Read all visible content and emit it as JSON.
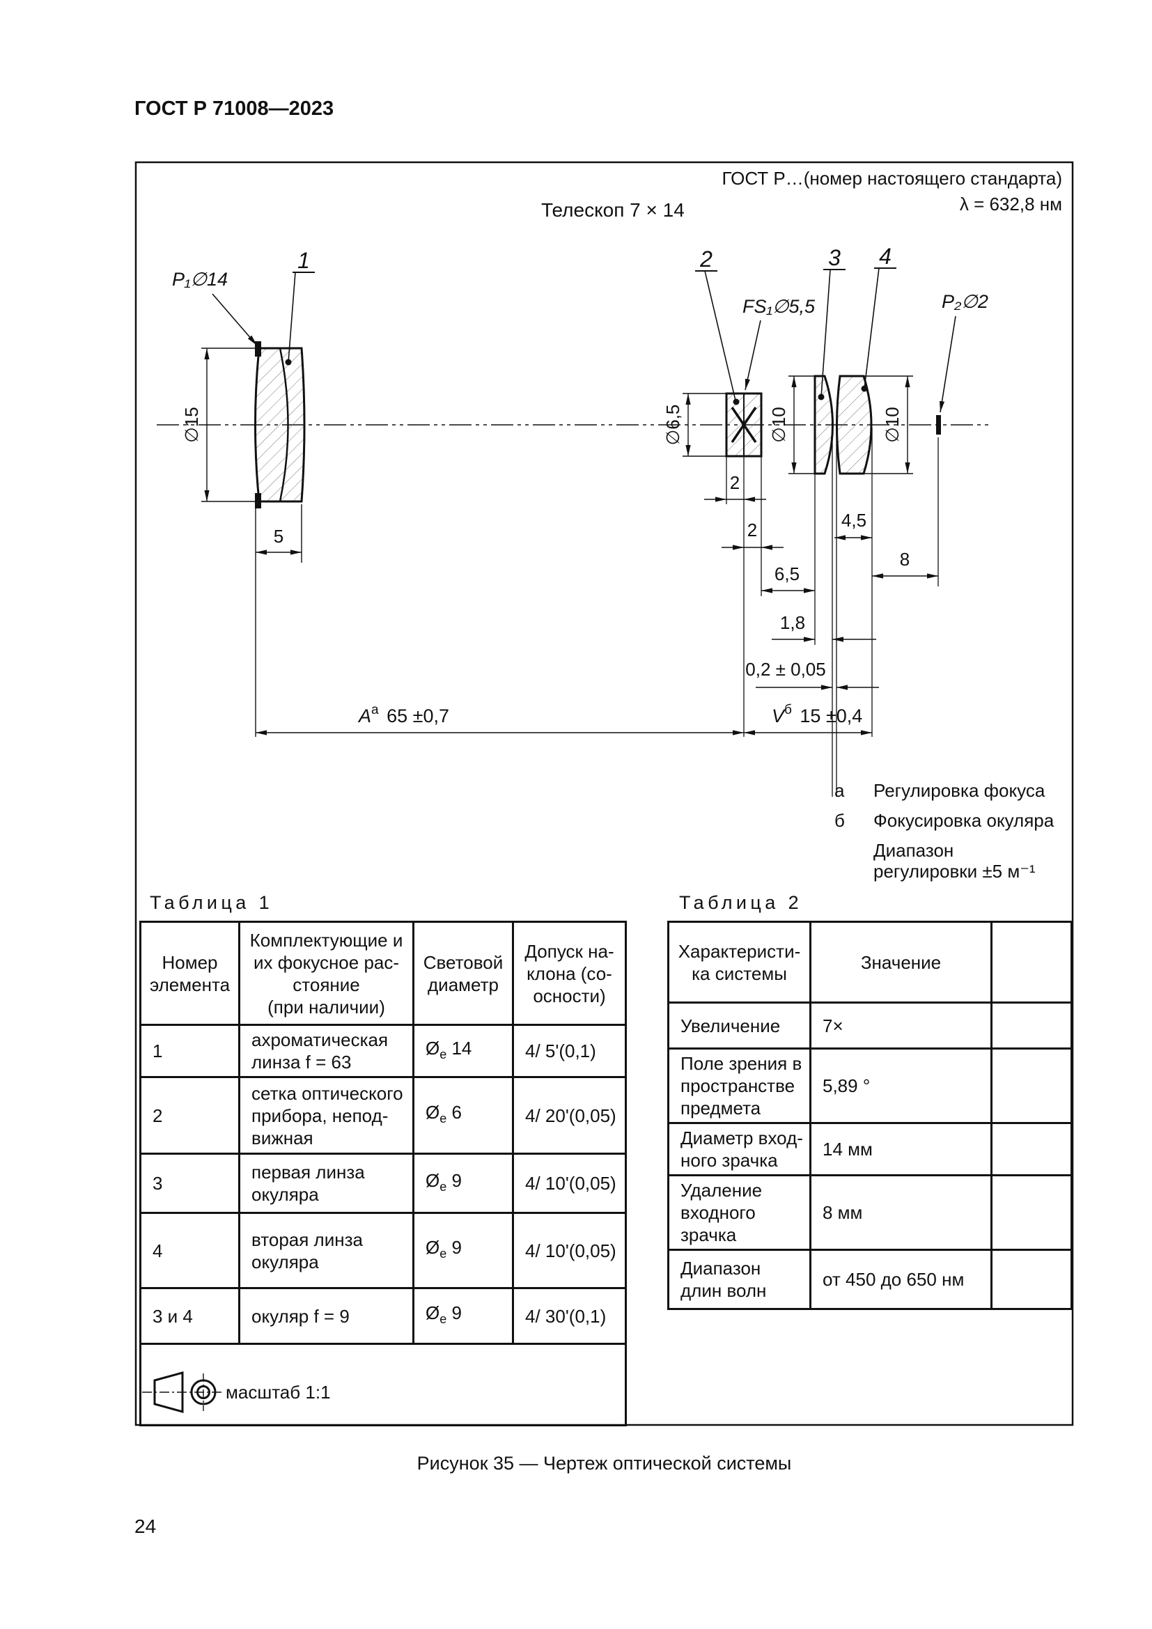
{
  "page": {
    "standard": "ГОСТ Р 71008—2023",
    "caption": "Рисунок 35 — Чертеж оптической системы",
    "number": "24"
  },
  "figure": {
    "ref1": "ГОСТ Р…(номер настоящего стандарта)",
    "ref2": "λ = 632,8 нм",
    "title": "Телескоп 7 × 14",
    "notes": {
      "a_marker": "а",
      "a_text": "Регулировка фокуса",
      "b_marker": "б",
      "b_text": "Фокусировка окуляра",
      "range_text": "Диапазон\nрегулировки ±5 м⁻¹"
    }
  },
  "drawing": {
    "callout1": "1",
    "callout2": "2",
    "callout3": "3",
    "callout4": "4",
    "label_p1": "P₁∅14",
    "label_fs1": "FS₁∅5,5",
    "label_p2": "P₂∅2",
    "dim_d15": "∅15",
    "dim_5": "5",
    "dim_d65": "∅6,5",
    "dim_2a": "2",
    "dim_2b": "2",
    "dim_65": "6,5",
    "dim_d10_left": "∅10",
    "dim_d10_right": "∅10",
    "dim_45": "4,5",
    "dim_8": "8",
    "dim_18": "1,8",
    "dim_gap": "0,2 ± 0,05",
    "dim_A_letter": "A",
    "dim_A_sup": "а",
    "dim_A_value": " 65 ±0,7",
    "dim_V_letter": "V",
    "dim_V_sup": "б",
    "dim_V_value": " 15 ±0,4",
    "scale_label": "масштаб 1:1"
  },
  "table1": {
    "title": "Таблица 1",
    "col_element": "Номер\nэлемента",
    "col_components": "Комплектующие и\nих фокусное рас-\nстояние\n(при наличии)",
    "col_diameter": "Световой\nдиаметр",
    "col_tolerance": "Допуск на-\nклона (со-\nосности)",
    "rows": [
      {
        "num": "1",
        "desc": "ахроматическая\nлинза f = 63",
        "dia_sym": "Ø",
        "dia_sub": "e",
        "dia_val": " 14",
        "tol": "4/ 5'(0,1)"
      },
      {
        "num": "2",
        "desc": "сетка оптического\nприбора, непод-\nвижная",
        "dia_sym": "Ø",
        "dia_sub": "e",
        "dia_val": " 6",
        "tol": "4/ 20'(0,05)"
      },
      {
        "num": "3",
        "desc": "первая линза\nокуляра",
        "dia_sym": "Ø",
        "dia_sub": "e",
        "dia_val": " 9",
        "tol": "4/ 10'(0,05)"
      },
      {
        "num": "4",
        "desc": "вторая линза\nокуляра",
        "dia_sym": "Ø",
        "dia_sub": "e",
        "dia_val": " 9",
        "tol": "4/ 10'(0,05)"
      },
      {
        "num": "3 и 4",
        "desc": "окуляр f = 9",
        "dia_sym": "Ø",
        "dia_sub": "e",
        "dia_val": " 9",
        "tol": "4/ 30'(0,1)"
      }
    ]
  },
  "table2": {
    "title": "Таблица 2",
    "col_characteristic": "Характеристи-\nка системы",
    "col_value": "Значение",
    "rows": [
      {
        "name": "Увеличение",
        "value": "7×"
      },
      {
        "name": "Поле зрения в\nпространстве\nпредмета",
        "value": "5,89 °"
      },
      {
        "name": "Диаметр вход-\nного зрачка",
        "value": "14 мм"
      },
      {
        "name": "Удаление\nвходного\nзрачка",
        "value": "8 мм"
      },
      {
        "name": "Диапазон\nдлин волн",
        "value": "от 450 до 650 нм"
      }
    ]
  }
}
